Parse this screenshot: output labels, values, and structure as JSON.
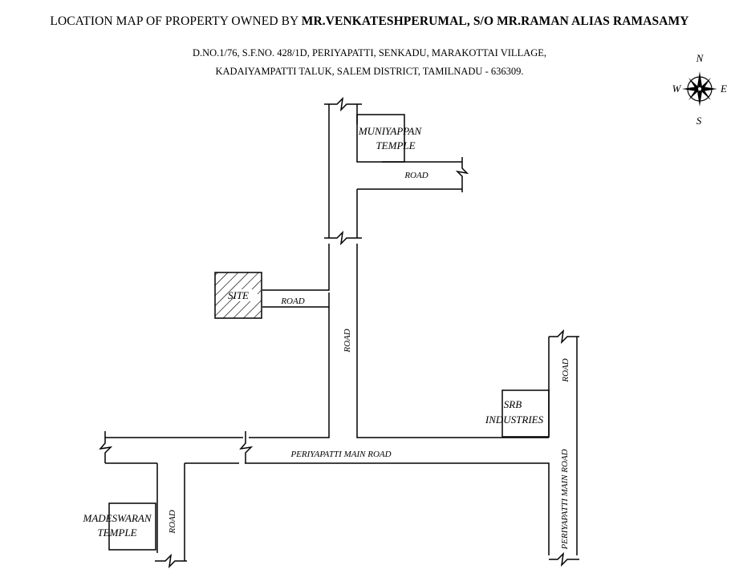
{
  "title": {
    "prefix": "LOCATION MAP OF PROPERTY OWNED BY ",
    "owner": "MR.VENKATESHPERUMAL, S/O MR.RAMAN ALIAS RAMASAMY"
  },
  "address": {
    "line1": "D.NO.1/76, S.F.NO. 428/1D, PERIYAPATTI, SENKADU, MARAKOTTAI VILLAGE,",
    "line2": "KADAIYAMPATTI TALUK, SALEM DISTRICT, TAMILNADU - 636309."
  },
  "compass": {
    "north": "N",
    "south": "S",
    "east": "E",
    "west": "W"
  },
  "landmarks": {
    "site": "SITE",
    "muniyappan_line1": "MUNIYAPPAN",
    "muniyappan_line2": "TEMPLE",
    "srb_line1": "SRB",
    "srb_line2": "INDUSTRIES",
    "madeswaran_line1": "MADESWARAN",
    "madeswaran_line2": "TEMPLE"
  },
  "roads": {
    "road_top_right": "ROAD",
    "road_site": "ROAD",
    "road_vertical_center": "ROAD",
    "road_right_vertical": "ROAD",
    "main_road_horizontal": "PERIYAPATTI MAIN ROAD",
    "main_road_vertical": "PERIYAPATTI MAIN ROAD",
    "road_bottom_left": "ROAD"
  }
}
